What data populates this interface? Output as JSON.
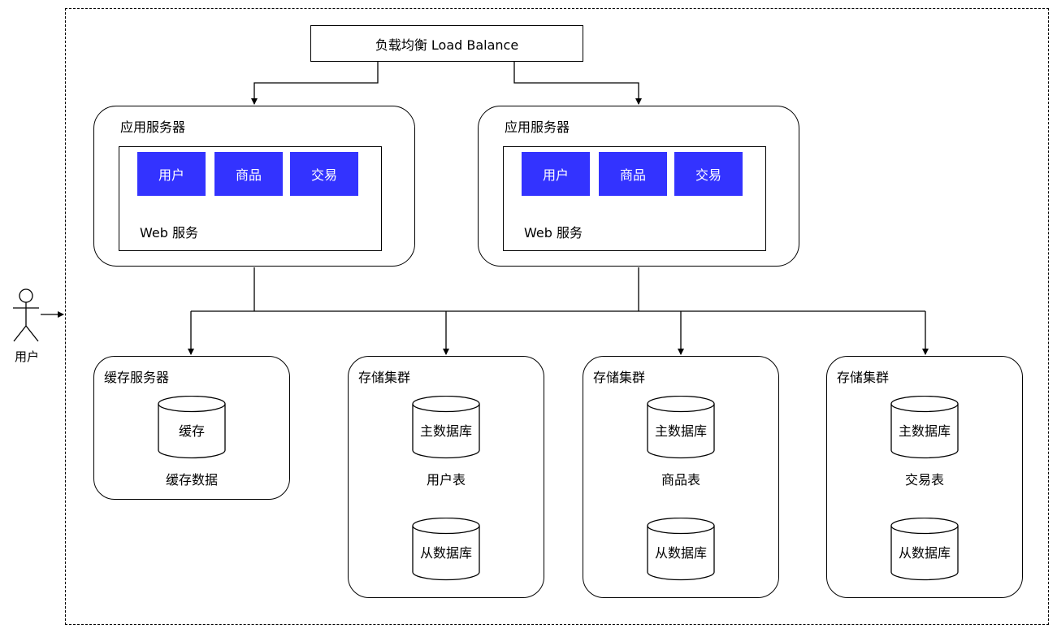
{
  "load_balancer": "负载均衡 Load Balance",
  "app_servers": [
    {
      "title": "应用服务器",
      "modules": [
        "用户",
        "商品",
        "交易"
      ],
      "web_label": "Web 服务"
    },
    {
      "title": "应用服务器",
      "modules": [
        "用户",
        "商品",
        "交易"
      ],
      "web_label": "Web 服务"
    }
  ],
  "cache_server": {
    "title": "缓存服务器",
    "db": "缓存",
    "caption": "缓存数据"
  },
  "storage_clusters": [
    {
      "title": "存储集群",
      "master": "主数据库",
      "table": "用户表",
      "slave": "从数据库"
    },
    {
      "title": "存储集群",
      "master": "主数据库",
      "table": "商品表",
      "slave": "从数据库"
    },
    {
      "title": "存储集群",
      "master": "主数据库",
      "table": "交易表",
      "slave": "从数据库"
    }
  ],
  "user_actor": "用户",
  "colors": {
    "module_fill": "#3333ff",
    "module_text": "#ffffff",
    "stroke": "#000000"
  }
}
